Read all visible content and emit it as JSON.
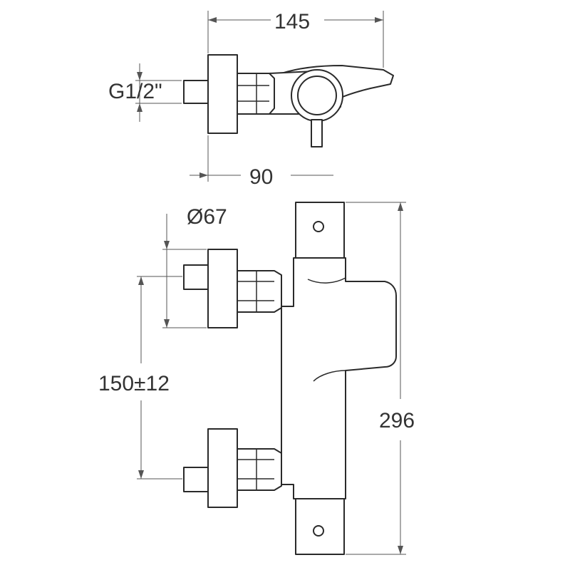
{
  "dimensions": {
    "total_width": "145",
    "thread": "G1/2\"",
    "depth": "90",
    "flange_diameter": "Ø67",
    "center_distance": "150±12",
    "height": "296"
  }
}
